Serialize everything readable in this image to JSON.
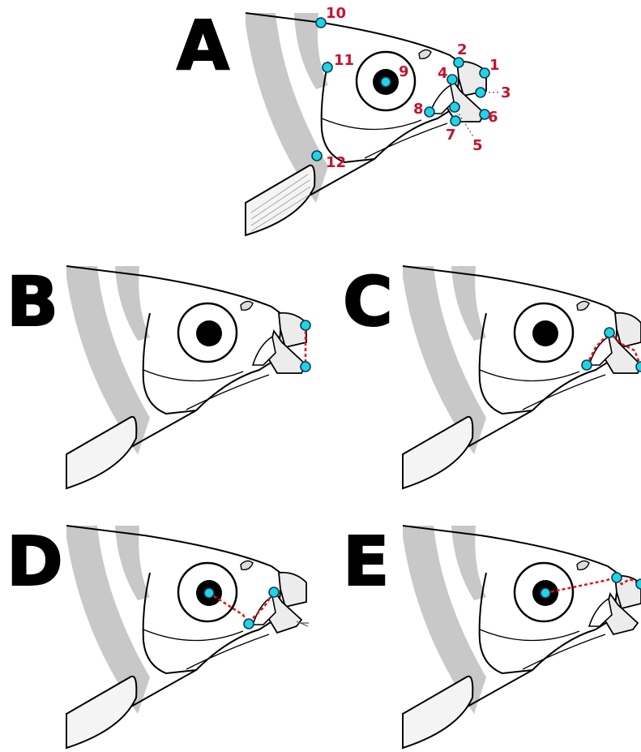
{
  "panels": [
    {
      "letter": "A",
      "description_key": "landmarks"
    },
    {
      "letter": "B"
    },
    {
      "letter": "C"
    },
    {
      "letter": "D"
    },
    {
      "letter": "E"
    }
  ],
  "landmarks": [
    "1",
    "2",
    "3",
    "4",
    "5",
    "6",
    "7",
    "8",
    "9",
    "10",
    "11",
    "12"
  ],
  "colors": {
    "landmark_fill": "#22d3e6",
    "landmark_stroke": "#0b3d52",
    "label_red": "#c8102e",
    "measure_red": "#e3141b",
    "stripe_gray": "#c8c8c8",
    "bone_gray": "#ececec",
    "outline": "#000000"
  }
}
